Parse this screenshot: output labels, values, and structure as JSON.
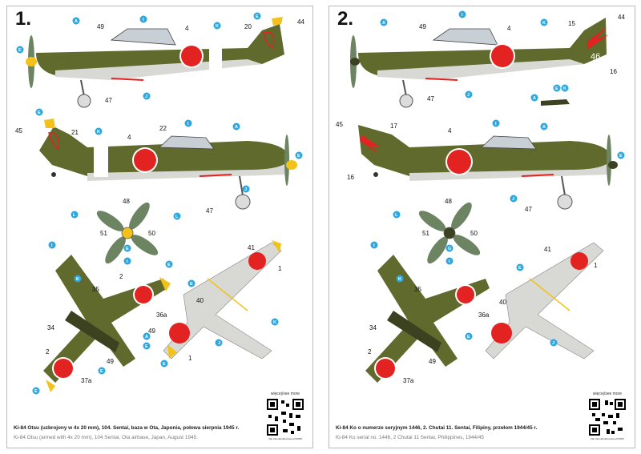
{
  "panels": [
    {
      "number": "1.",
      "caption_pl": "Ki-84 Otsu (uzbrojony w 4x 20 mm), 104. Sentai, baza w Ota, Japonia, połowa sierpnia 1945 r.",
      "caption_en": "Ki-84 Otsu (armed with 4x 20 mm), 104 Sentai, Ota airbase, Japan, August 1945.",
      "qr_label": "więcej/see more",
      "qr_url": "http://armahobbynews.pl/70055",
      "callouts": {
        "top_side": [
          "49",
          "4",
          "20",
          "44",
          "47"
        ],
        "bottom_side": [
          "45",
          "21",
          "4",
          "22",
          "47"
        ],
        "prop": [
          "48",
          "51",
          "50"
        ],
        "top_view": [
          "2",
          "35",
          "36a",
          "34",
          "49",
          "2",
          "37a",
          "49"
        ],
        "under_view": [
          "41",
          "1",
          "40",
          "1"
        ]
      },
      "bubbles": {
        "top_side": [
          "A",
          "I",
          "K",
          "E",
          "E",
          "J"
        ],
        "bottom_side": [
          "E",
          "K",
          "I",
          "A",
          "E",
          "J"
        ],
        "prop": [
          "L",
          "E",
          "L"
        ],
        "top_view": [
          "I",
          "K",
          "E",
          "E",
          "A",
          "I",
          "E",
          "E"
        ],
        "under_view": [
          "E",
          "K",
          "J",
          "E"
        ]
      }
    },
    {
      "number": "2.",
      "caption_pl": "Ki-84 Ko o numerze seryjnym 1446, 2. Chutai 11. Sentai, Filipiny, przełom 1944/45 r.",
      "caption_en": "Ki-84 Ko serial no. 1446, 2 Chutai 11 Sentai, Philippines, 1944/45",
      "qr_label": "więcej/see more",
      "qr_url": "http://armahobbynews.pl/70051",
      "tail_code": "46",
      "callouts": {
        "top_side": [
          "49",
          "4",
          "15",
          "44",
          "16",
          "47"
        ],
        "bottom_side": [
          "45",
          "17",
          "4",
          "16",
          "47"
        ],
        "prop": [
          "48",
          "51",
          "50"
        ],
        "top_view": [
          "35",
          "36a",
          "34",
          "49",
          "2",
          "37a"
        ],
        "under_view": [
          "41",
          "1",
          "40"
        ]
      },
      "bubbles": {
        "top_side": [
          "A",
          "I",
          "K",
          "J"
        ],
        "tank": [
          "A",
          "E",
          "K"
        ],
        "bottom_side": [
          "I",
          "A",
          "E",
          "J"
        ],
        "prop": [
          "L",
          "G"
        ],
        "top_view": [
          "I",
          "K",
          "E",
          "I"
        ],
        "under_view": [
          "E",
          "J"
        ]
      }
    }
  ],
  "colors": {
    "olive": "#5f6a2c",
    "olive_dark": "#3c4220",
    "light_gray": "#d8d8d4",
    "hinomaru": "#e32222",
    "bubble": "#2fa6dd",
    "prop_green": "#6c8461",
    "tip_yellow": "#f2c21b"
  }
}
